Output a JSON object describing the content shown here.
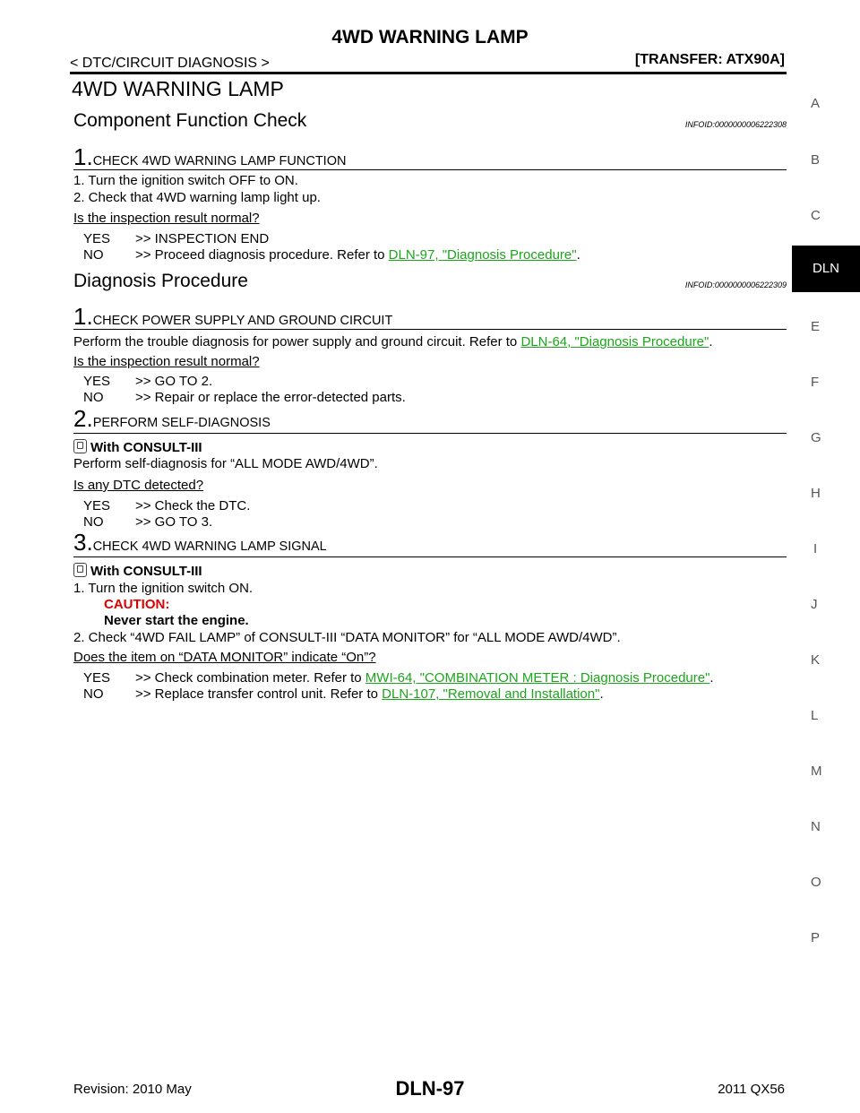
{
  "header": {
    "title": "4WD WARNING LAMP",
    "left": "< DTC/CIRCUIT DIAGNOSIS >",
    "right": "[TRANSFER: ATX90A]"
  },
  "page_title": "4WD WARNING LAMP",
  "sections": {
    "cfc": {
      "title": "Component Function Check",
      "infoid": "INFOID:0000000006222308",
      "step1": {
        "num": "1.",
        "title": "CHECK 4WD WARNING LAMP FUNCTION",
        "items": [
          "1.   Turn the ignition switch OFF to ON.",
          "2.   Check that 4WD warning lamp light up."
        ],
        "question": "Is the inspection result normal?",
        "yes_label": "YES",
        "yes_text": ">> INSPECTION END",
        "no_label": "NO",
        "no_text": ">> Proceed diagnosis procedure. Refer to ",
        "no_link": "DLN-97, \"Diagnosis Procedure\"",
        "no_tail": "."
      }
    },
    "dp": {
      "title": "Diagnosis Procedure",
      "infoid": "INFOID:0000000006222309",
      "step1": {
        "num": "1.",
        "title": "CHECK POWER SUPPLY AND GROUND CIRCUIT",
        "text": "Perform the trouble diagnosis for power supply and ground circuit. Refer to ",
        "link": "DLN-64, \"Diagnosis Procedure\"",
        "tail": ".",
        "question": "Is the inspection result normal?",
        "yes_label": "YES",
        "yes_text": ">> GO TO 2.",
        "no_label": "NO",
        "no_text": ">> Repair or replace the error-detected parts."
      },
      "step2": {
        "num": "2.",
        "title": "PERFORM SELF-DIAGNOSIS",
        "with": "With CONSULT-III",
        "text": "Perform self-diagnosis for “ALL MODE AWD/4WD”.",
        "question": "Is any DTC detected?",
        "yes_label": "YES",
        "yes_text": ">> Check the DTC.",
        "no_label": "NO",
        "no_text": ">> GO TO 3."
      },
      "step3": {
        "num": "3.",
        "title": "CHECK 4WD WARNING LAMP SIGNAL",
        "with": "With CONSULT-III",
        "item1": "1.   Turn the ignition switch ON.",
        "caution": "CAUTION:",
        "caution_text": "Never start the engine.",
        "item2": "2.   Check “4WD FAIL LAMP” of CONSULT-III “DATA MONITOR” for “ALL MODE AWD/4WD”.",
        "question": "Does the item on “DATA MONITOR” indicate “On”?",
        "yes_label": "YES",
        "yes_text": ">> Check combination meter. Refer to ",
        "yes_link": "MWI-64, \"COMBINATION METER : Diagnosis Procedure\"",
        "yes_tail": ".",
        "no_label": "NO",
        "no_text": ">> Replace transfer control unit. Refer to ",
        "no_link": "DLN-107, \"Removal and Installation\"",
        "no_tail": "."
      }
    }
  },
  "side_index": [
    "A",
    "B",
    "C",
    "DLN",
    "E",
    "F",
    "G",
    "H",
    "I",
    "J",
    "K",
    "L",
    "M",
    "N",
    "O",
    "P"
  ],
  "footer": {
    "left": "Revision: 2010 May",
    "center": "DLN-97",
    "right": "2011 QX56"
  },
  "colors": {
    "link": "#1aa71a",
    "caution": "#e00000"
  }
}
